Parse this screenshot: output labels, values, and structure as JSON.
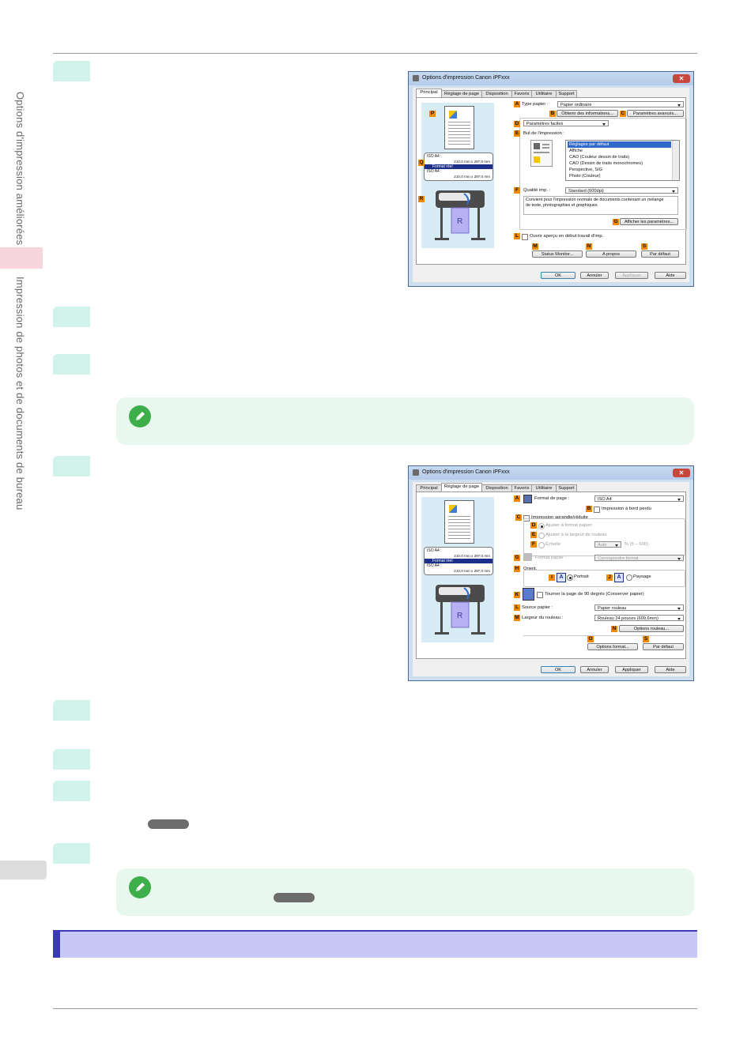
{
  "sidebar": {
    "chapter_title": "Options d'impression améliorées",
    "section_title": "Impression de photos et de documents de bureau"
  },
  "dialog1": {
    "title": "Options d'impression Canon iPFxxx",
    "close_glyph": "✕",
    "tabs": [
      "Principal",
      "Réglage de page",
      "Disposition",
      "Favoris",
      "Utilitaire",
      "Support"
    ],
    "active_tab": "Principal",
    "media_type_label": "Type papier :",
    "media_type_value": "Papier ordinaire",
    "get_info_button": "Obtenir des informations...",
    "advanced_settings_button": "Paramètres avancés...",
    "mode_value": "Paramètres faciles",
    "print_target_label": "But de l'impression :",
    "print_targets": [
      "Réglages par défaut",
      "Affiche",
      "CAO (Couleur dessin de traits)",
      "CAO (Dessin de traits monochromes)",
      "Perspective, SIG",
      "Photo (Couleur)"
    ],
    "print_quality_label": "Qualité imp. :",
    "print_quality_value": "Standard (600dpi)",
    "description": "Convient pour l'impression normale de documents contenant un mélange de texte, photographies et graphiques.",
    "view_settings_button": "Afficher les paramètres...",
    "preview_checkbox_label": "Ouvrir aperçu en début travail d'imp.",
    "status_monitor_button": "Status Monitor...",
    "about_button": "A propos",
    "defaults_button": "Par défaut",
    "ok_button": "OK",
    "cancel_button": "Annuler",
    "apply_button": "Appliquer",
    "help_button": "Aide",
    "preview_iso_top": "ISO A4 :",
    "preview_size_top": "210,0 mm x 297,0 mm",
    "preview_bar": "Format réel",
    "preview_iso_bottom": "ISO A4 :",
    "preview_size_bottom": "210,0 mm x 297,0 mm",
    "callouts": {
      "A": "A",
      "B": "B",
      "C": "C",
      "D": "D",
      "E": "E",
      "F": "F",
      "G": "G",
      "L": "L",
      "M": "M",
      "N": "N",
      "S": "S",
      "P": "P",
      "Q": "Q",
      "R": "R"
    }
  },
  "dialog2": {
    "title": "Options d'impression Canon iPFxxx",
    "close_glyph": "✕",
    "tabs": [
      "Principal",
      "Réglage de page",
      "Disposition",
      "Favoris",
      "Utilitaire",
      "Support"
    ],
    "active_tab": "Réglage de page",
    "page_size_label": "Format de page :",
    "page_size_value": "ISO A4",
    "borderless_label": "Impression à bord perdu",
    "enlarge_reduce_label": "Impression agrandie/réduite",
    "fit_paper_label": "Ajuster à format papier",
    "fit_roll_label": "Ajuster à la largeur de rouleau",
    "scale_label": "Échelle",
    "scale_value": "Auto",
    "scale_range": "% (5 – 600)",
    "paper_size_label": "Format papier :",
    "paper_size_value": "Correspondre format",
    "orientation_label": "Orient.",
    "portrait_label": "Portrait",
    "landscape_label": "Paysage",
    "orient_glyph": "A",
    "rotate_label": "Tourner la page de 90 degrés (Conserver papier)",
    "paper_source_label": "Source papier :",
    "paper_source_value": "Papier rouleau",
    "roll_width_label": "Largeur du rouleau :",
    "roll_width_value": "Rouleau 24 pouces (609,6mm)",
    "roll_options_button": "Options rouleau...",
    "size_options_button": "Options format...",
    "defaults_button": "Par défaut",
    "ok_button": "OK",
    "cancel_button": "Annuler",
    "apply_button": "Appliquer",
    "help_button": "Aide",
    "preview_iso_top": "ISO A4 :",
    "preview_size_top": "210,0 mm x 297,0 mm",
    "preview_bar": "Format réel",
    "preview_iso_bottom": "ISO A4 :",
    "preview_size_bottom": "210,0 mm x 297,0 mm",
    "callouts": {
      "A": "A",
      "B": "B",
      "C": "C",
      "D": "D",
      "E": "E",
      "F": "F",
      "G": "G",
      "H": "H",
      "I": "I",
      "J": "J",
      "K": "K",
      "L": "L",
      "M": "M",
      "N": "N",
      "O": "O",
      "S": "S"
    }
  },
  "colors": {
    "step_badge": "#d2f2ec",
    "note_bg": "#e9f8ef",
    "note_icon": "#3dae49",
    "section_band": "#c8c8f6",
    "section_border": "#3a3ab8",
    "sidebar_tab": "#f6d6dc",
    "callout": "#f18a00"
  }
}
